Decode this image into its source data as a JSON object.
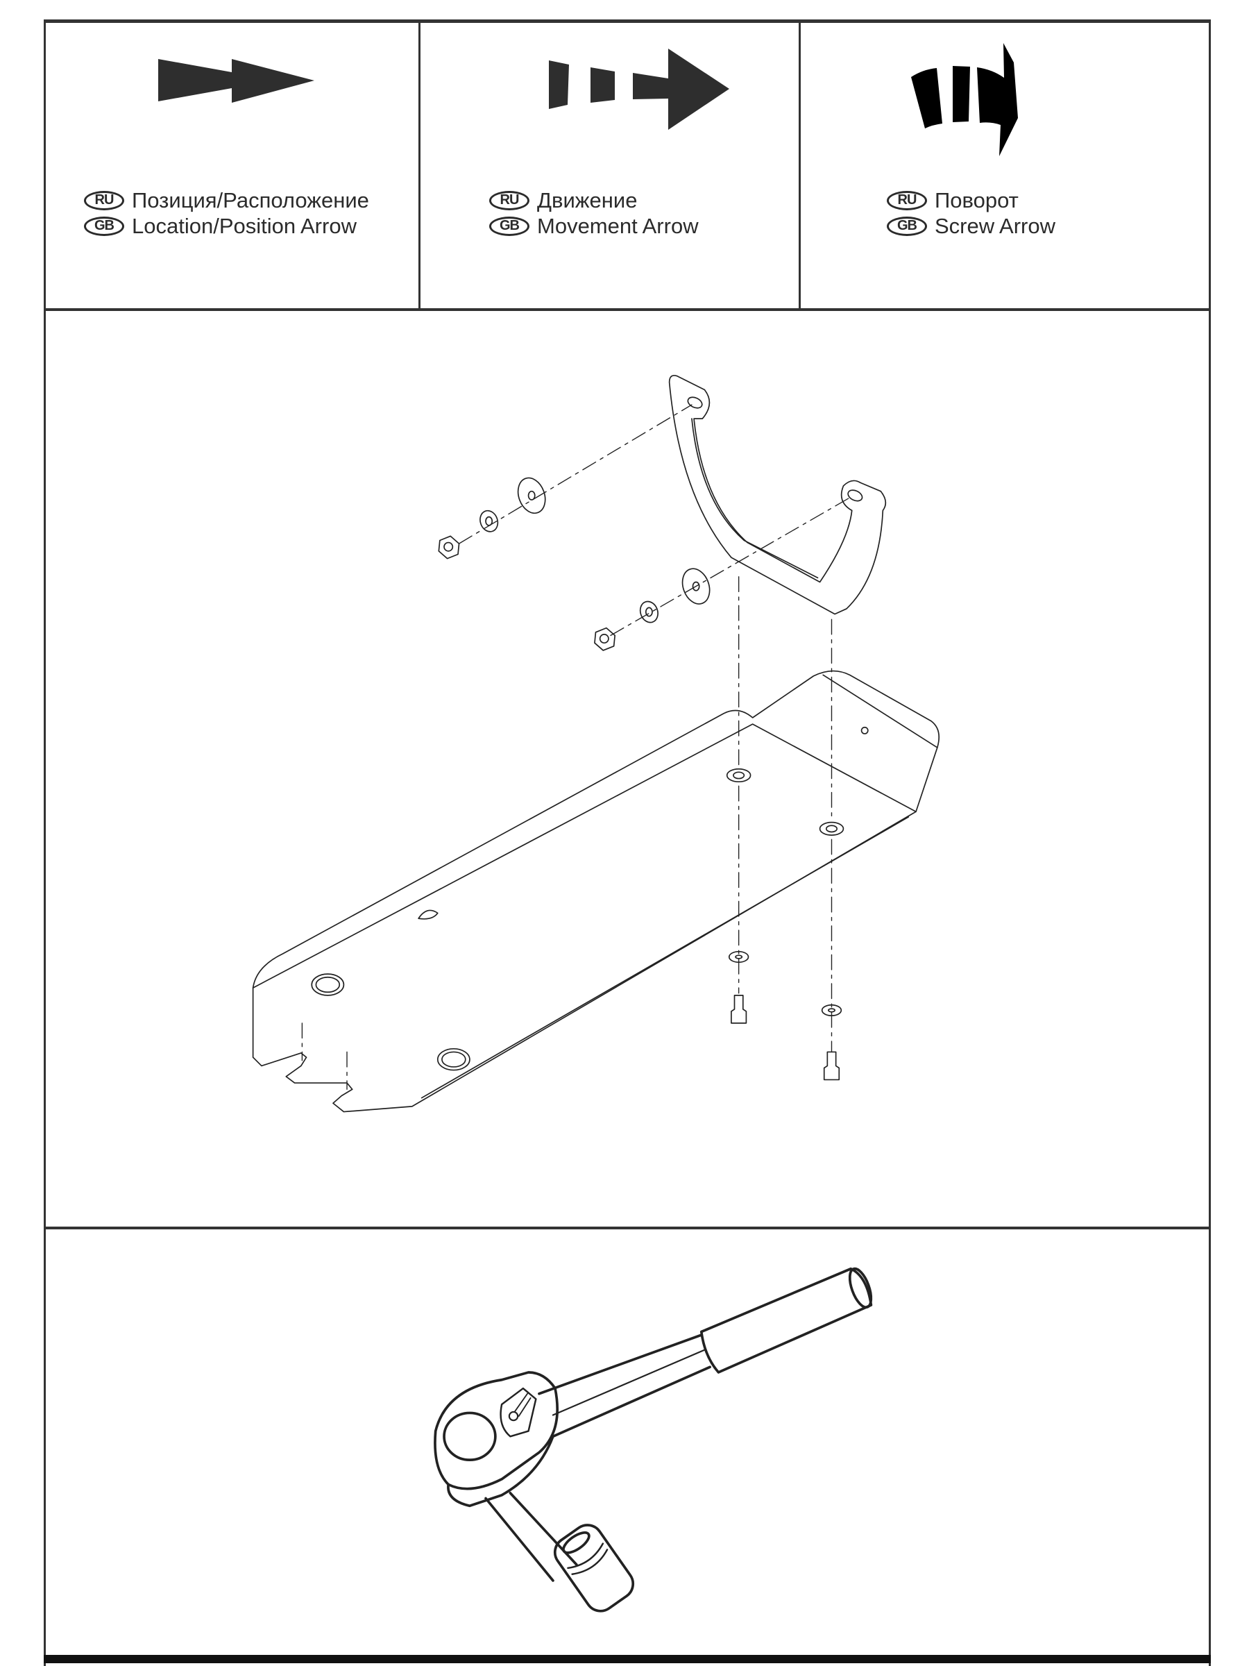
{
  "legend": {
    "items": [
      {
        "ru_badge": "RU",
        "ru_label": "Позиция/Расположение",
        "gb_badge": "GB",
        "gb_label": "Location/Position Arrow"
      },
      {
        "ru_badge": "RU",
        "ru_label": "Движение",
        "gb_badge": "GB",
        "gb_label": "Movement Arrow"
      },
      {
        "ru_badge": "RU",
        "ru_label": "Поворот",
        "gb_badge": "GB",
        "gb_label": "Screw Arrow"
      }
    ]
  },
  "colors": {
    "line": "#333333",
    "arrow": "#2e2e2e",
    "screw_arrow": "#000000"
  }
}
